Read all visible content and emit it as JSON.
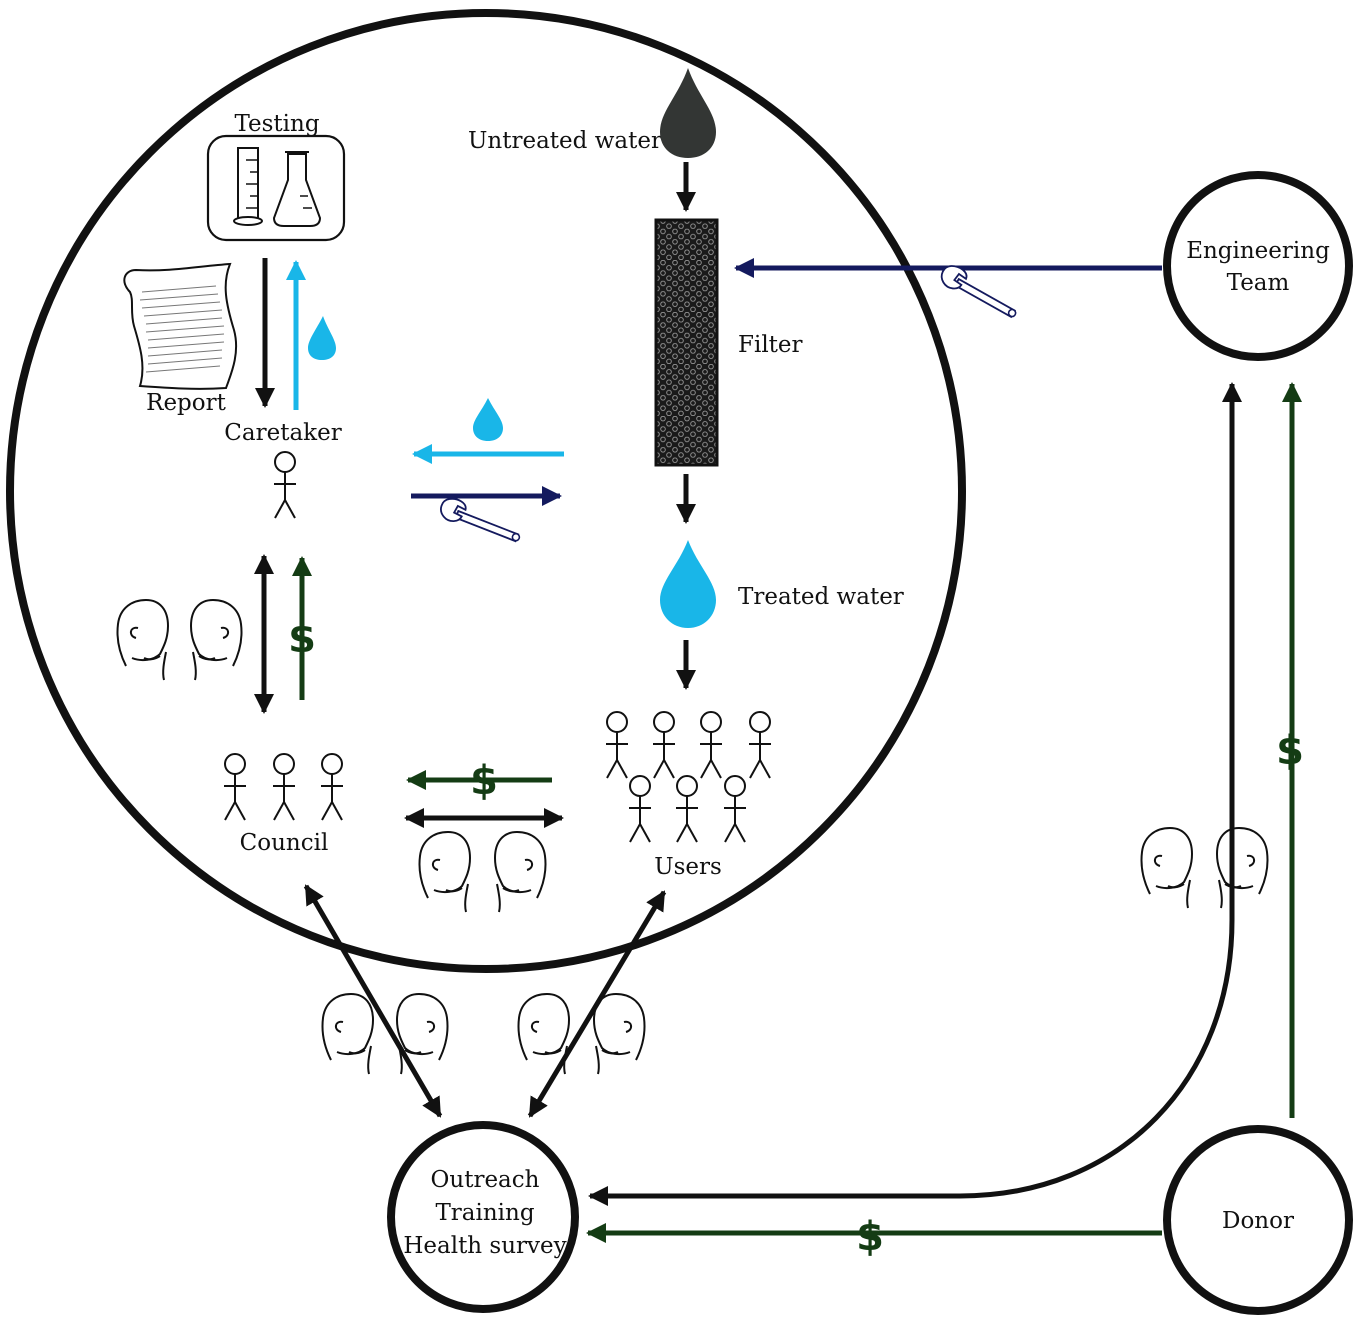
{
  "labels": {
    "testing": "Testing",
    "untreated_water": "Untreated water",
    "report": "Report",
    "caretaker": "Caretaker",
    "filter": "Filter",
    "treated_water": "Treated water",
    "council": "Council",
    "users": "Users",
    "engineering_line1": "Engineering",
    "engineering_line2": "Team",
    "outreach_line1": "Outreach",
    "outreach_line2": "Training",
    "outreach_line3": "Health survey",
    "donor": "Donor"
  },
  "symbols": {
    "money": "$"
  },
  "colors": {
    "information": "#111111",
    "water": "#19b6e8",
    "maintenance": "#141a5e",
    "money": "#143c14",
    "untreated": "#333634"
  },
  "icons": [
    "water-drop-icon",
    "wrench-icon",
    "dollar-icon",
    "person-icon",
    "head-icon",
    "test-tube-icon",
    "flask-icon",
    "report-icon",
    "filter-icon"
  ]
}
